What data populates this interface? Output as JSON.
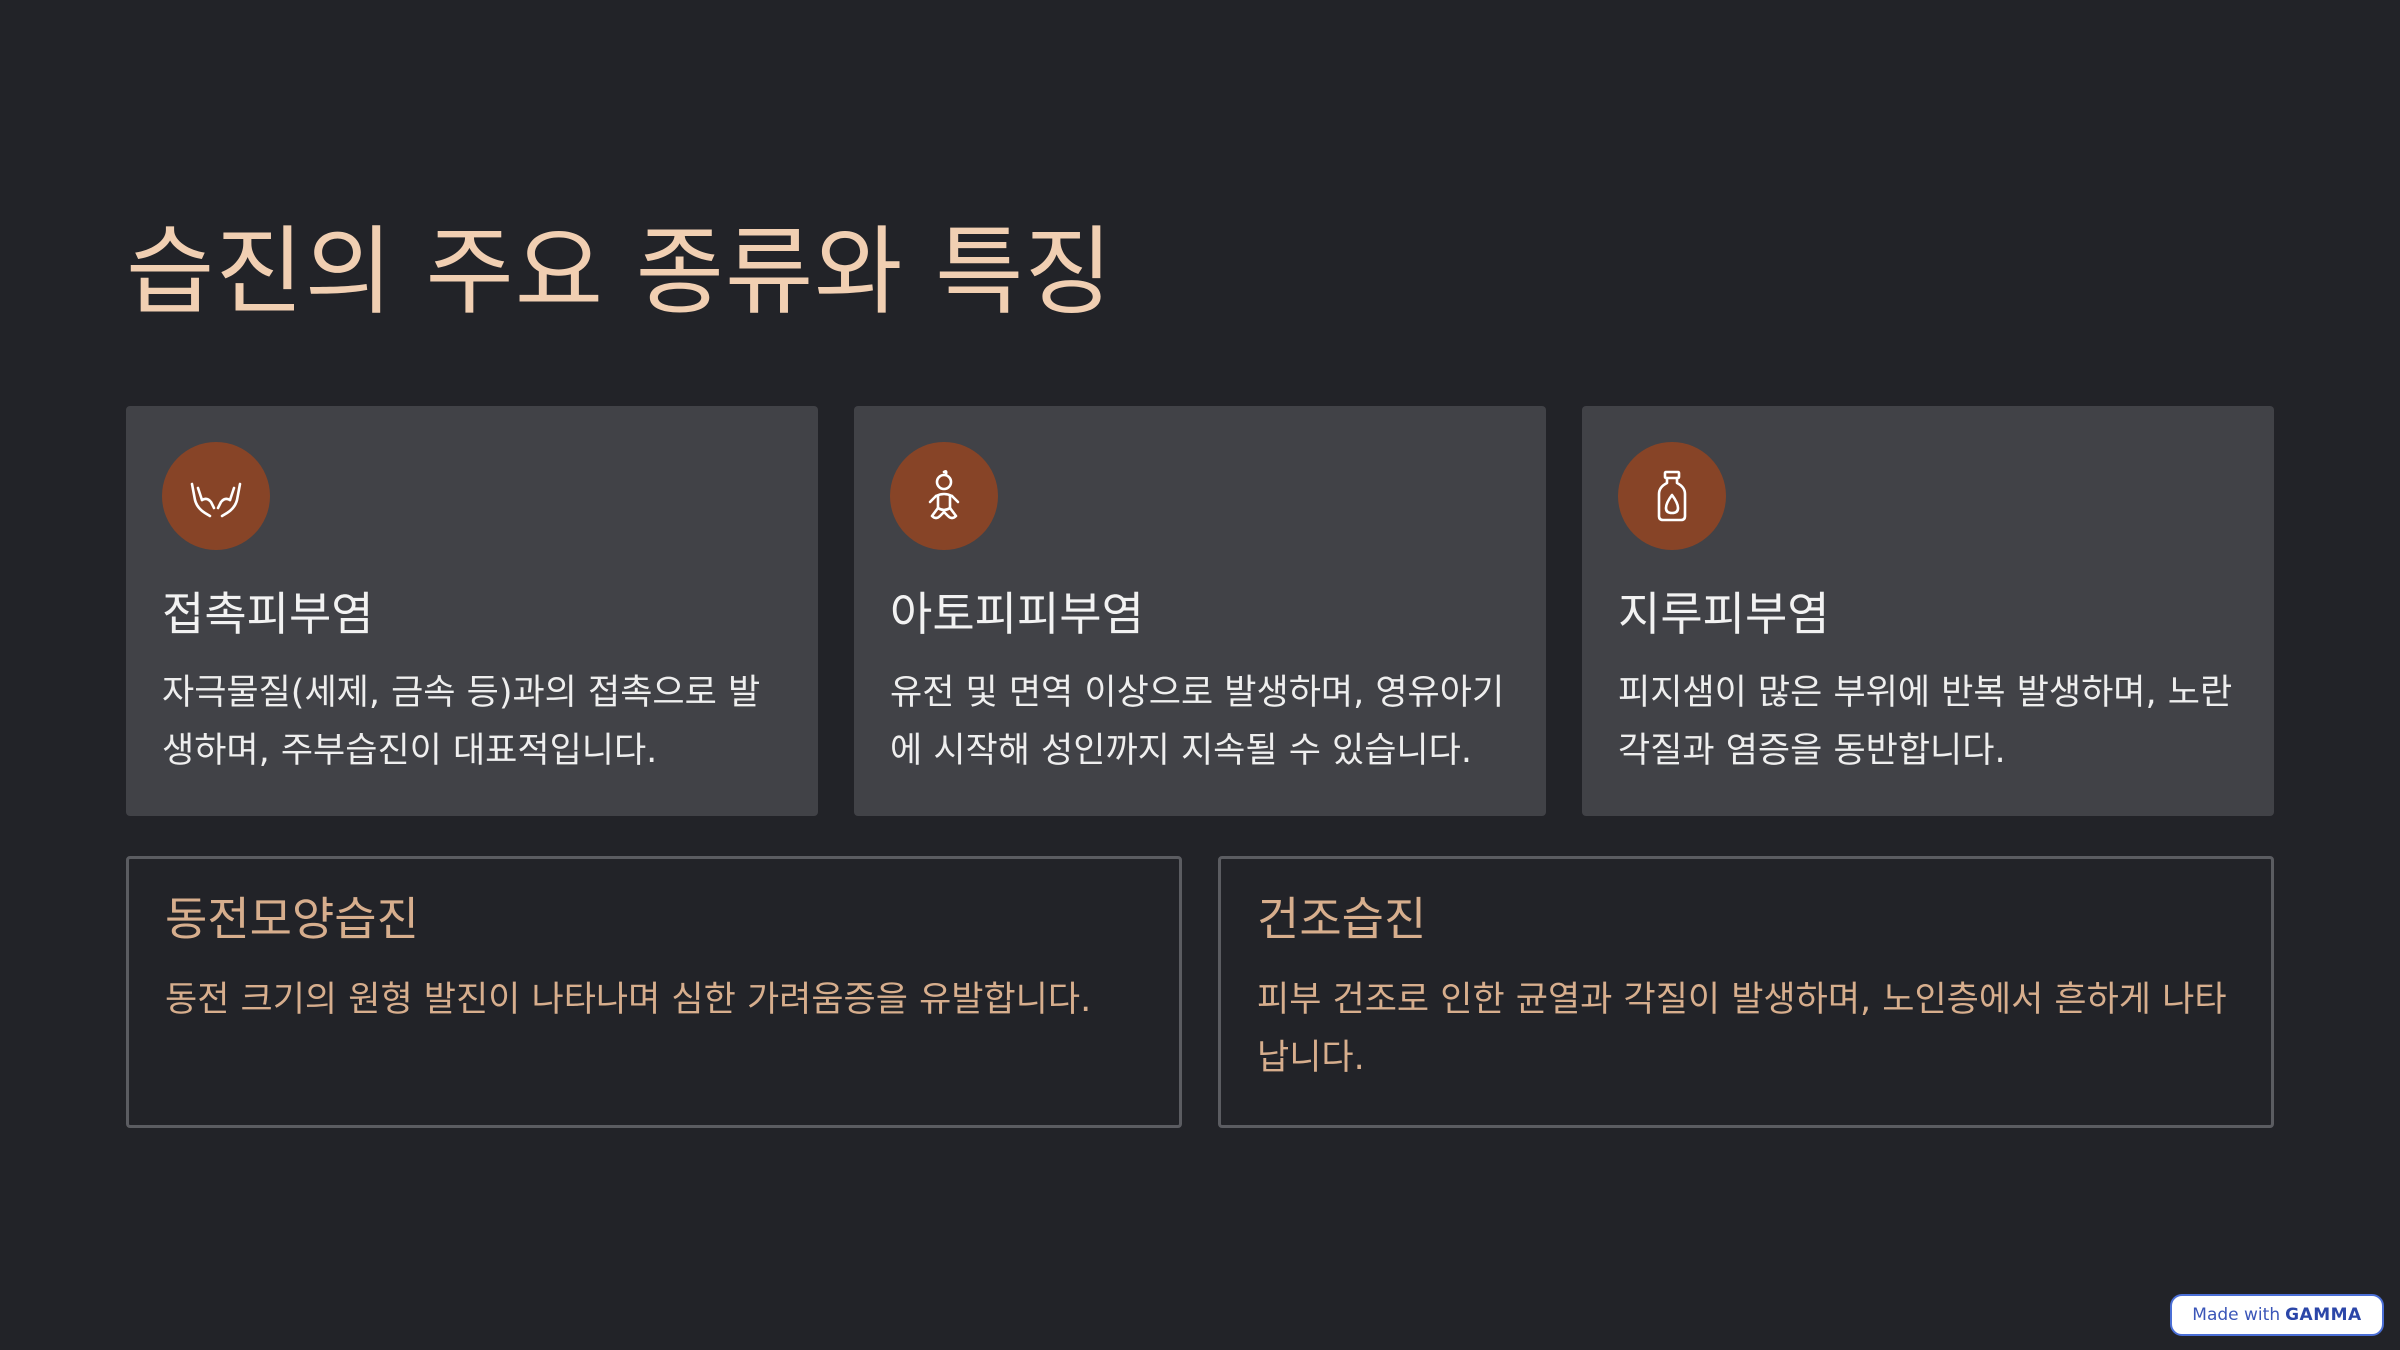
{
  "slide": {
    "title": "습진의 주요 종류와 특징",
    "cards": [
      {
        "icon": "hands-icon",
        "title": "접촉피부염",
        "text": "자극물질(세제, 금속 등)과의 접촉으로 발생하며, 주부습진이 대표적입니다."
      },
      {
        "icon": "baby-icon",
        "title": "아토피피부염",
        "text": "유전 및 면역 이상으로 발생하며, 영유아기에 시작해 성인까지 지속될 수 있습니다."
      },
      {
        "icon": "oil-bottle-icon",
        "title": "지루피부염",
        "text": "피지샘이 많은 부위에 반복 발생하며, 노란 각질과 염증을 동반합니다."
      }
    ],
    "boxes": [
      {
        "title": "동전모양습진",
        "text": "동전 크기의 원형 발진이 나타나며 심한 가려움증을 유발합니다."
      },
      {
        "title": "건조습진",
        "text": "피부 건조로 인한 균열과 각질이 발생하며, 노인층에서 흔하게 나타납니다."
      }
    ]
  },
  "badge": {
    "prefix": "Made with",
    "brand": "GAMMA"
  },
  "colors": {
    "background": "#222328",
    "title": "#f1cfb2",
    "card": "#414247",
    "icon_circle": "#874427",
    "box_text": "#d7ae8d"
  }
}
